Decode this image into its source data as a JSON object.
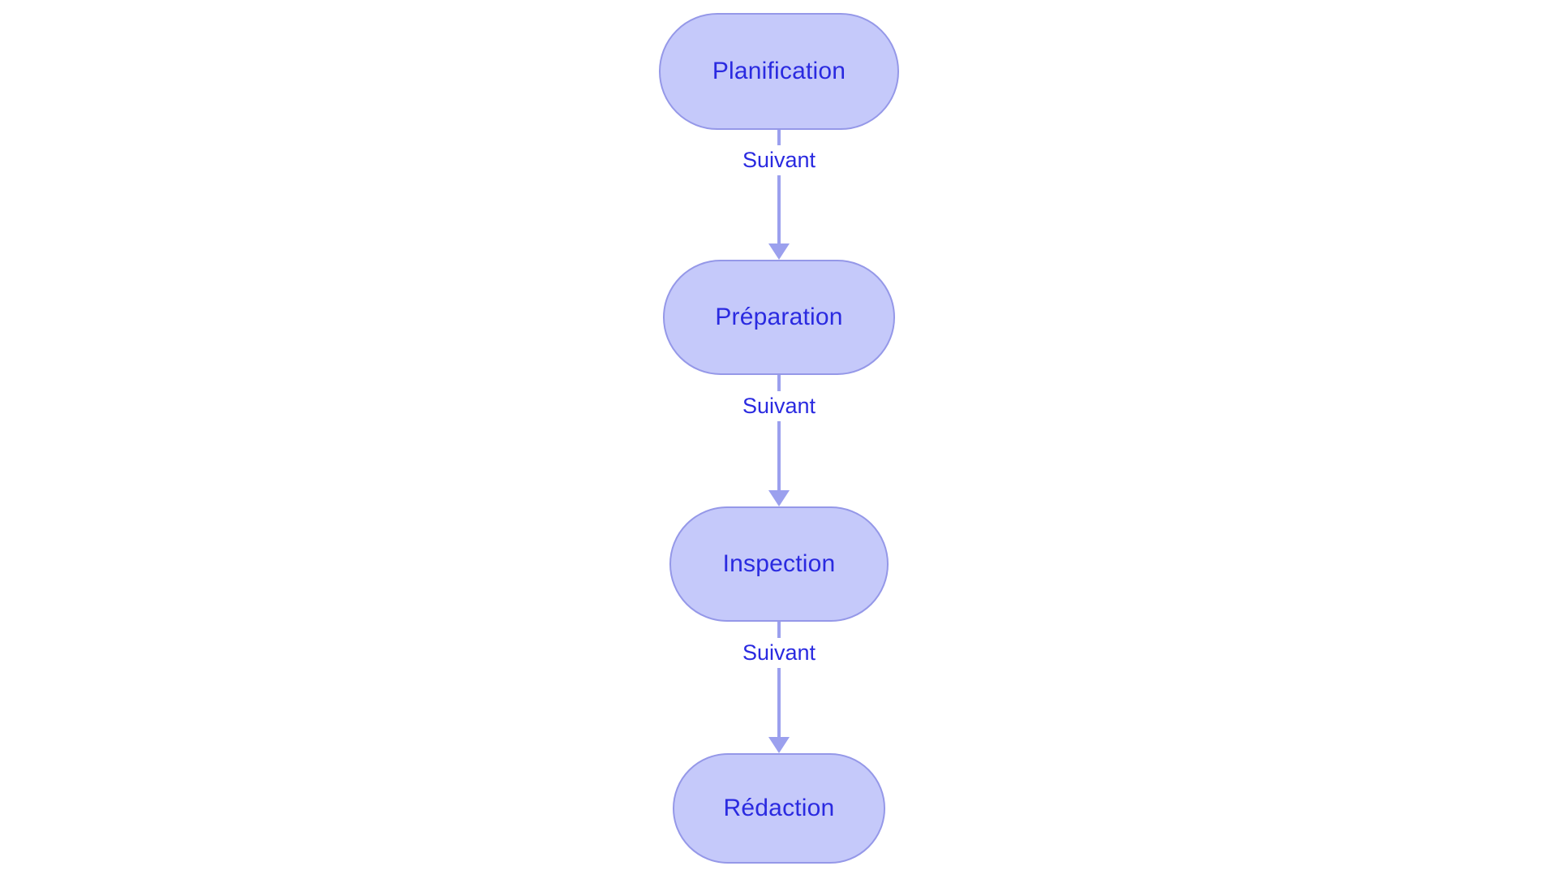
{
  "diagram": {
    "type": "flowchart",
    "orientation": "top-to-bottom",
    "background_color": "#ffffff",
    "node_fill_color": "#c5c9fa",
    "node_border_color": "#9598e8",
    "node_text_color": "#2a2ae0",
    "edge_color": "#9ba0ee",
    "edge_label_color": "#2a2ae0",
    "nodes": [
      {
        "id": "n1",
        "label": "Planification",
        "shape": "stadium"
      },
      {
        "id": "n2",
        "label": "Préparation",
        "shape": "stadium"
      },
      {
        "id": "n3",
        "label": "Inspection",
        "shape": "stadium"
      },
      {
        "id": "n4",
        "label": "Rédaction",
        "shape": "stadium"
      }
    ],
    "edges": [
      {
        "id": "e1",
        "from": "n1",
        "to": "n2",
        "label": "Suivant",
        "arrow": "solid-triangle"
      },
      {
        "id": "e2",
        "from": "n2",
        "to": "n3",
        "label": "Suivant",
        "arrow": "solid-triangle"
      },
      {
        "id": "e3",
        "from": "n3",
        "to": "n4",
        "label": "Suivant",
        "arrow": "solid-triangle"
      }
    ]
  }
}
